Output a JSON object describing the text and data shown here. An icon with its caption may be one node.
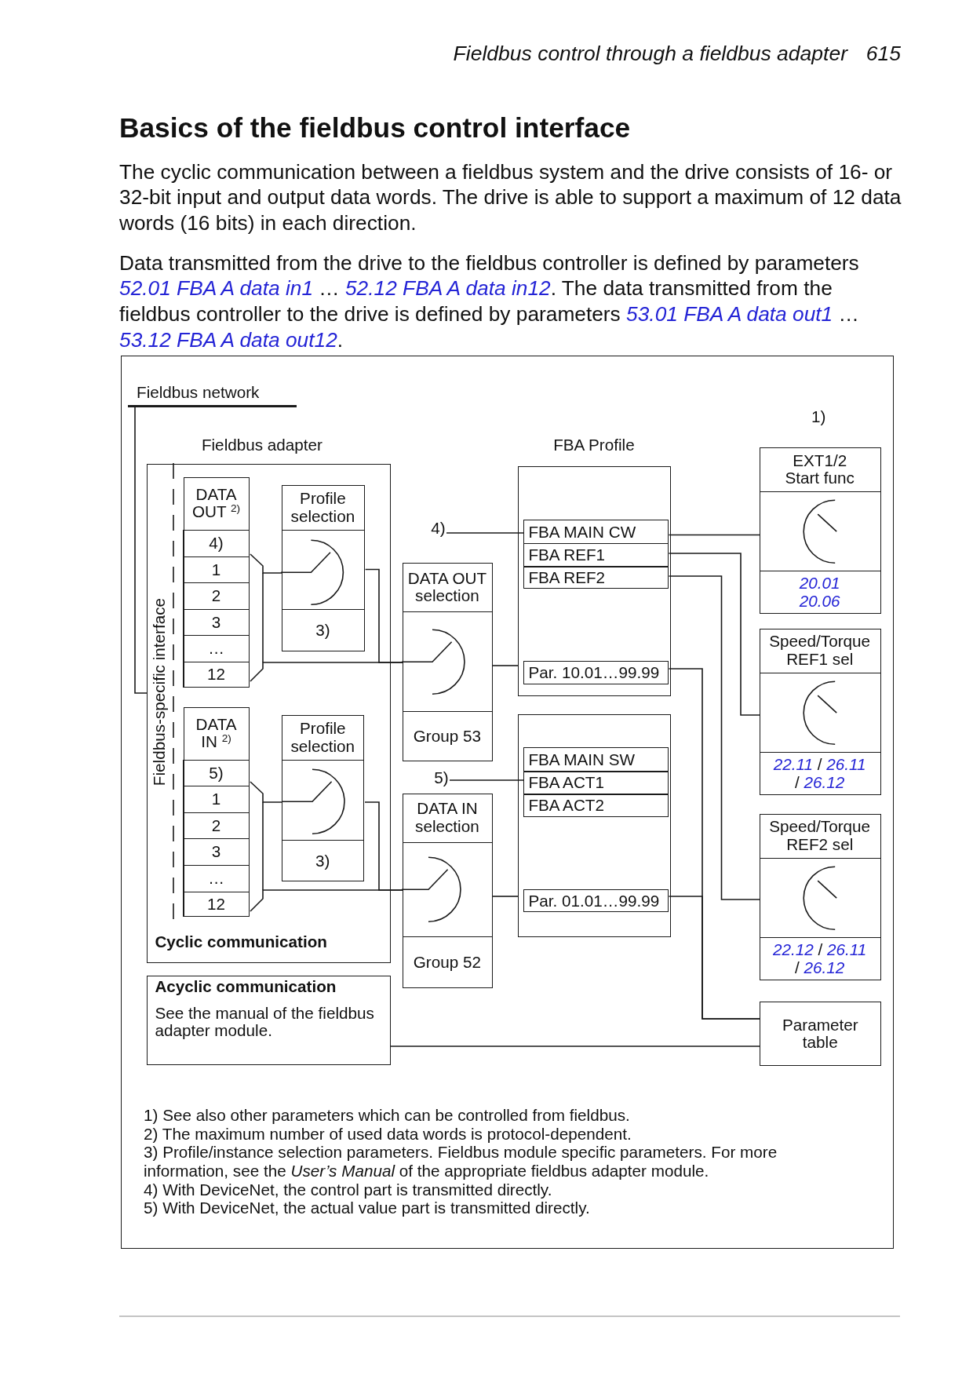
{
  "diagram": {
    "title": "Basics of the fieldbus control interface",
    "nodes": [
      {
        "text": [
          "Fieldbus network"
        ]
      },
      {
        "text": [
          "Fieldbus adapter",
          "Fieldbus-specific interface",
          "Cyclic communication"
        ]
      },
      {
        "text": [
          "DATA OUT $^{2)}$"
        ],
        "in": 1
      },
      {
        "text": [
          "4)"
        ],
        "in": 2
      },
      {
        "text": [
          "1"
        ],
        "in": 2
      },
      {
        "text": [
          "2"
        ],
        "in": 2
      },
      {
        "text": [
          "3"
        ],
        "in": 2
      },
      {
        "text": [
          "…"
        ],
        "in": 2
      },
      {
        "text": [
          "12"
        ],
        "in": 2
      },
      {
        "text": [
          "Profile selection",
          "3)"
        ],
        "in": 1
      },
      {
        "text": [
          "DATA IN $^{2)}$"
        ],
        "in": 1
      },
      {
        "text": [
          "5)"
        ],
        "in": 10
      },
      {
        "text": [
          "1"
        ],
        "in": 10
      },
      {
        "text": [
          "2"
        ],
        "in": 10
      },
      {
        "text": [
          "3"
        ],
        "in": 10
      },
      {
        "text": [
          "…"
        ],
        "in": 10
      },
      {
        "text": [
          "12"
        ],
        "in": 10
      },
      {
        "text": [
          "Profile selection",
          "3)"
        ],
        "in": 1
      },
      {
        "text": [
          "Acyclic communication",
          "See the manual of the fieldbus adapter module."
        ]
      },
      {
        "text": [
          "DATA OUT selection",
          "Group 53"
        ]
      },
      {
        "text": [
          "4)"
        ]
      },
      {
        "text": [
          "DATA IN selection",
          "Group 52"
        ]
      },
      {
        "text": [
          "5)"
        ]
      },
      {
        "text": [
          "FBA Profile"
        ]
      },
      {
        "text": [
          "FBA MAIN CW"
        ],
        "in": 23
      },
      {
        "text": [
          "FBA REF1"
        ],
        "in": 23
      },
      {
        "text": [
          "FBA REF2"
        ],
        "in": 23
      },
      {
        "text": [
          "Par. 10.01…99.99"
        ],
        "in": 23
      },
      {
        "text": [],
        "shape": "box"
      },
      {
        "text": [
          "FBA MAIN SW"
        ],
        "in": 28
      },
      {
        "text": [
          "FBA ACT1"
        ],
        "in": 28
      },
      {
        "text": [
          "FBA ACT2"
        ],
        "in": 28
      },
      {
        "text": [
          "Par. 01.01…99.99"
        ],
        "in": 28
      },
      {
        "text": [
          "EXT1/2 Start func",
          "20.01 20.06"
        ]
      },
      {
        "text": [
          "Speed/Torque REF1 sel",
          "*22.11* / *26.11* / *26.12*"
        ]
      },
      {
        "text": [
          "Speed/Torque REF2 sel",
          "*22.12* / *26.11* / *26.12*"
        ]
      },
      {
        "text": [
          "Parameter table"
        ]
      }
    ],
    "edges": [
      {
        "from": 0,
        "to": 1,
        "arrow": "none"
      },
      {
        "from": 2,
        "to": 9,
        "arrow": "none"
      },
      {
        "from": 2,
        "to": 19,
        "arrow": "none"
      },
      {
        "from": 9,
        "to": 19,
        "arrow": "none"
      },
      {
        "from": 10,
        "to": 17,
        "arrow": "none"
      },
      {
        "from": 10,
        "to": 21,
        "arrow": "none"
      },
      {
        "from": 17,
        "to": 21,
        "arrow": "none"
      },
      {
        "from": 20,
        "to": 24,
        "arrow": "none"
      },
      {
        "from": 22,
        "to": 30,
        "arrow": "none"
      },
      {
        "from": 19,
        "to": 23,
        "arrow": "none"
      },
      {
        "from": 21,
        "to": 28,
        "arrow": "none"
      },
      {
        "from": 24,
        "to": 33,
        "arrow": "none"
      },
      {
        "from": 25,
        "to": 34,
        "arrow": "none"
      },
      {
        "from": 26,
        "to": 35,
        "arrow": "none"
      },
      {
        "from": 27,
        "to": 36,
        "arrow": "none"
      },
      {
        "from": 32,
        "to": 36,
        "arrow": "none"
      },
      {
        "from": 18,
        "to": 36,
        "arrow": "none"
      }
    ],
    "labels": [
      "Fieldbus control through a fieldbus adapter",
      "615",
      "The cyclic communication between a fieldbus system and the drive consists of 16- or 32-bit input and output data words. The drive is able to support a maximum of 12 data words (16 bits) in each direction.",
      "Data transmitted from the drive to the fieldbus controller is defined by parameters *52.01 FBA A data in1* … *52.12 FBA A data in12*. The data transmitted from the fieldbus controller to the drive is defined by parameters *53.01 FBA A data out1* … *53.12 FBA A data out12*.",
      "1)",
      "1) See also other parameters which can be controlled from fieldbus.",
      "2) The maximum number of used data words is protocol-dependent.",
      "3) Profile/instance selection parameters. Fieldbus module specific parameters. For more information, see the *User’s Manual* of the appropriate fieldbus adapter module.",
      "4) With DeviceNet, the control part is transmitted directly.",
      "5) With DeviceNet, the actual value part is transmitted directly."
    ]
  }
}
